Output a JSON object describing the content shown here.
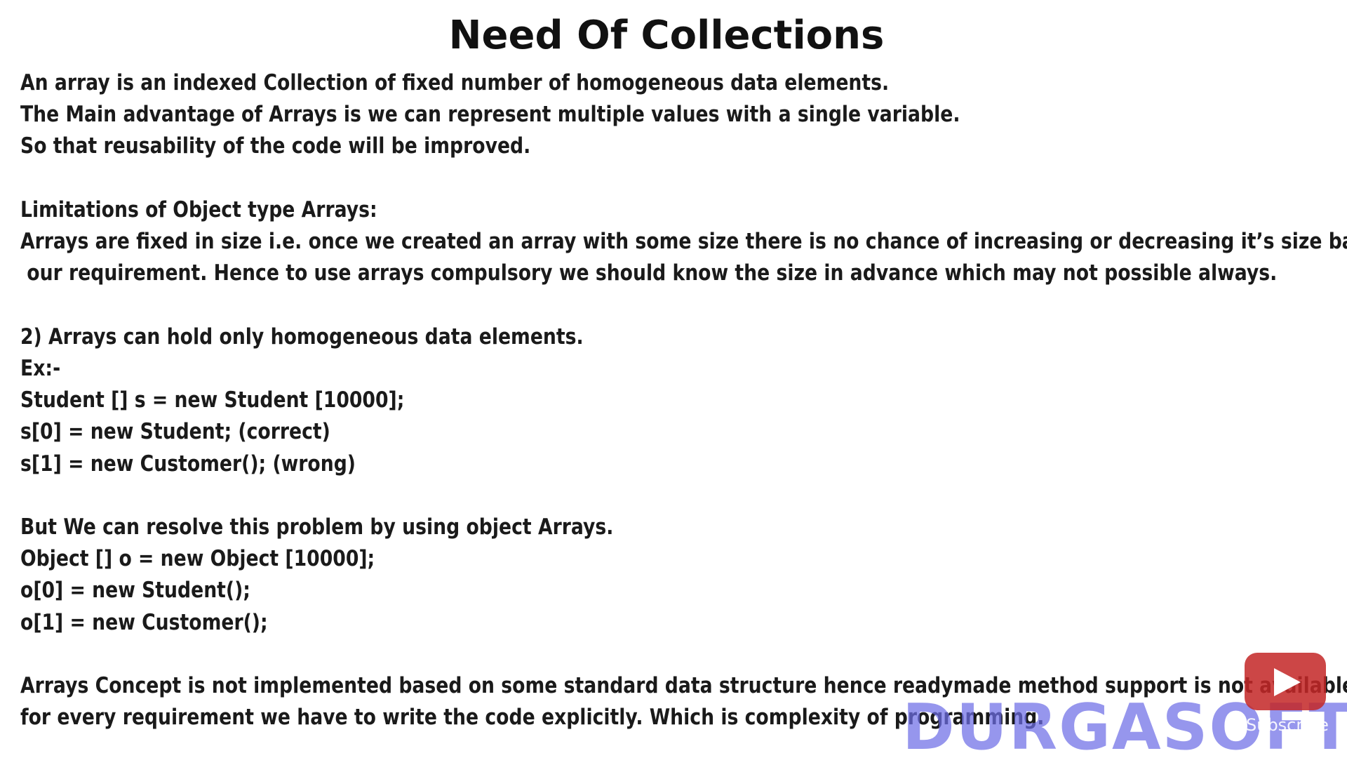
{
  "slide": {
    "title": "Need Of Collections",
    "lines": [
      "An array is an indexed Collection of fixed number of homogeneous data elements.",
      "The Main advantage of Arrays is we can represent multiple values with a single variable.",
      "So that reusability of the code will be improved.",
      "Limitations of Object type Arrays:",
      "Arrays are fixed in size i.e. once we created an array with some size there is no chance of increasing or decreasing it’s size based on",
      " our requirement. Hence to use arrays compulsory we should know the size in advance which may not possible always.",
      "2) Arrays can hold only homogeneous data elements.",
      "Ex:-",
      "Student [] s = new Student [10000];",
      "s[0] = new Student; (correct)",
      "s[1] = new Customer(); (wrong)",
      "But We can resolve this problem by using object Arrays.",
      "Object [] o = new Object [10000];",
      "o[0] = new Student();",
      "o[1] = new Customer();",
      "Arrays Concept is not implemented based on some standard data structure hence readymade method support is not available",
      "for every requirement we have to write the code explicitly. Which is complexity of programming."
    ]
  },
  "overlay": {
    "watermark": "DURGASOFT",
    "subscribe_label": "Subscribe",
    "play_icon": "youtube-play-icon"
  },
  "colors": {
    "text": "#1a1a1a",
    "watermark": "#6e6ee6",
    "youtube_red": "#c42828"
  }
}
